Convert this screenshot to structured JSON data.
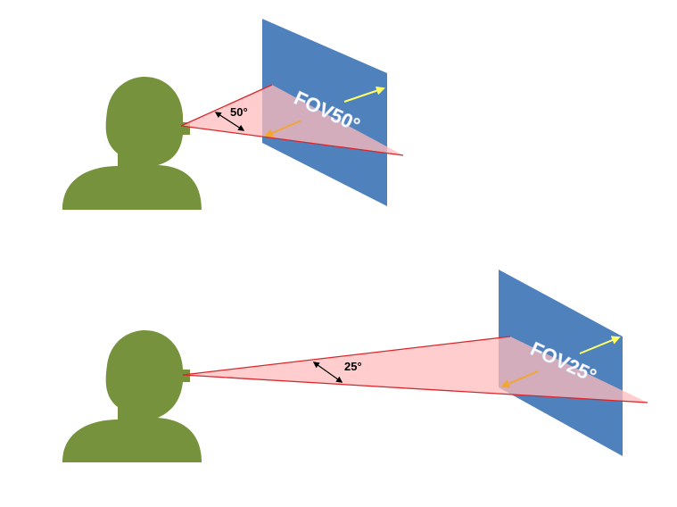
{
  "colors": {
    "head": "#76923c",
    "screen": "#4f81bd",
    "cone_fill": "#ffbcbc",
    "cone_line": "#d9262b",
    "arrow_yellow": "#ffff66",
    "arrow_orange": "#f2a634",
    "angle_arrow": "#000000"
  },
  "icons": {
    "person": "person-silhouette-icon",
    "angle_arrow": "double-headed-arrow-icon"
  },
  "scenes": [
    {
      "angle_label": "50°",
      "screen_label": "FOV50°"
    },
    {
      "angle_label": "25°",
      "screen_label": "FOV25°"
    }
  ]
}
